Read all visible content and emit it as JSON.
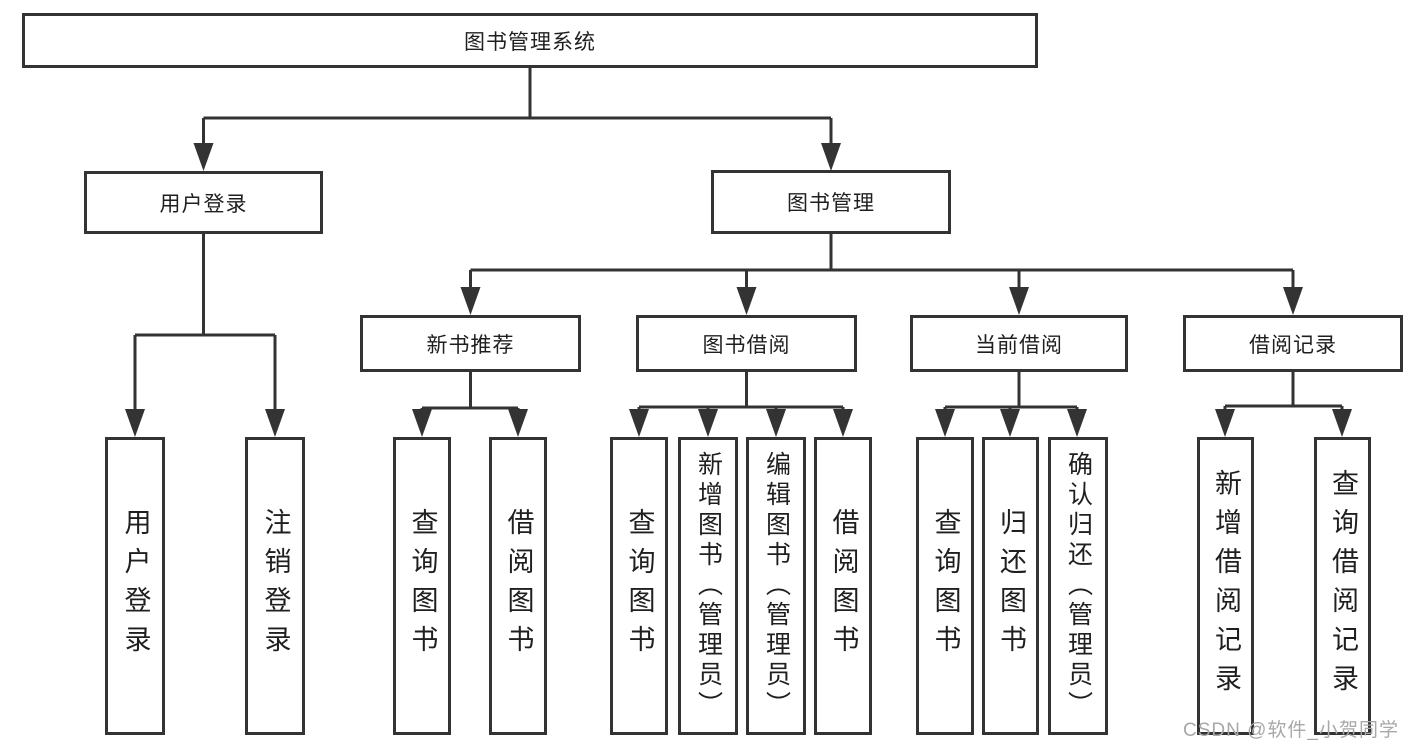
{
  "diagram": {
    "title": "图书管理系统",
    "nodes": {
      "root": "图书管理系统",
      "user_login": "用户登录",
      "book_mgmt": "图书管理",
      "new_book_rec": "新书推荐",
      "book_borrow": "图书借阅",
      "current_borrow": "当前借阅",
      "borrow_records": "借阅记录",
      "leaf_user_login": "用户登录",
      "leaf_logout": "注销登录",
      "leaf_nbr_query": "查询图书",
      "leaf_nbr_borrow": "借阅图书",
      "leaf_bb_query": "查询图书",
      "leaf_bb_add": "新增图书（管理员）",
      "leaf_bb_edit": "编辑图书（管理员）",
      "leaf_bb_borrow": "借阅图书",
      "leaf_cb_query": "查询图书",
      "leaf_cb_return": "归还图书",
      "leaf_cb_confirm": "确认归还（管理员）",
      "leaf_br_add": "新增借阅记录",
      "leaf_br_query": "查询借阅记录"
    },
    "hierarchy": {
      "图书管理系统": {
        "用户登录": [
          "用户登录",
          "注销登录"
        ],
        "图书管理": {
          "新书推荐": [
            "查询图书",
            "借阅图书"
          ],
          "图书借阅": [
            "查询图书",
            "新增图书（管理员）",
            "编辑图书（管理员）",
            "借阅图书"
          ],
          "当前借阅": [
            "查询图书",
            "归还图书",
            "确认归还（管理员）"
          ],
          "借阅记录": [
            "新增借阅记录",
            "查询借阅记录"
          ]
        }
      }
    },
    "colors": {
      "line": "#333333",
      "box_border": "#333333",
      "box_fill": "#ffffff",
      "text": "#1f1f1f",
      "background": "#ffffff",
      "watermark": "#a8a8a8"
    }
  },
  "watermark": {
    "text": "CSDN @软件_小贺同学"
  }
}
